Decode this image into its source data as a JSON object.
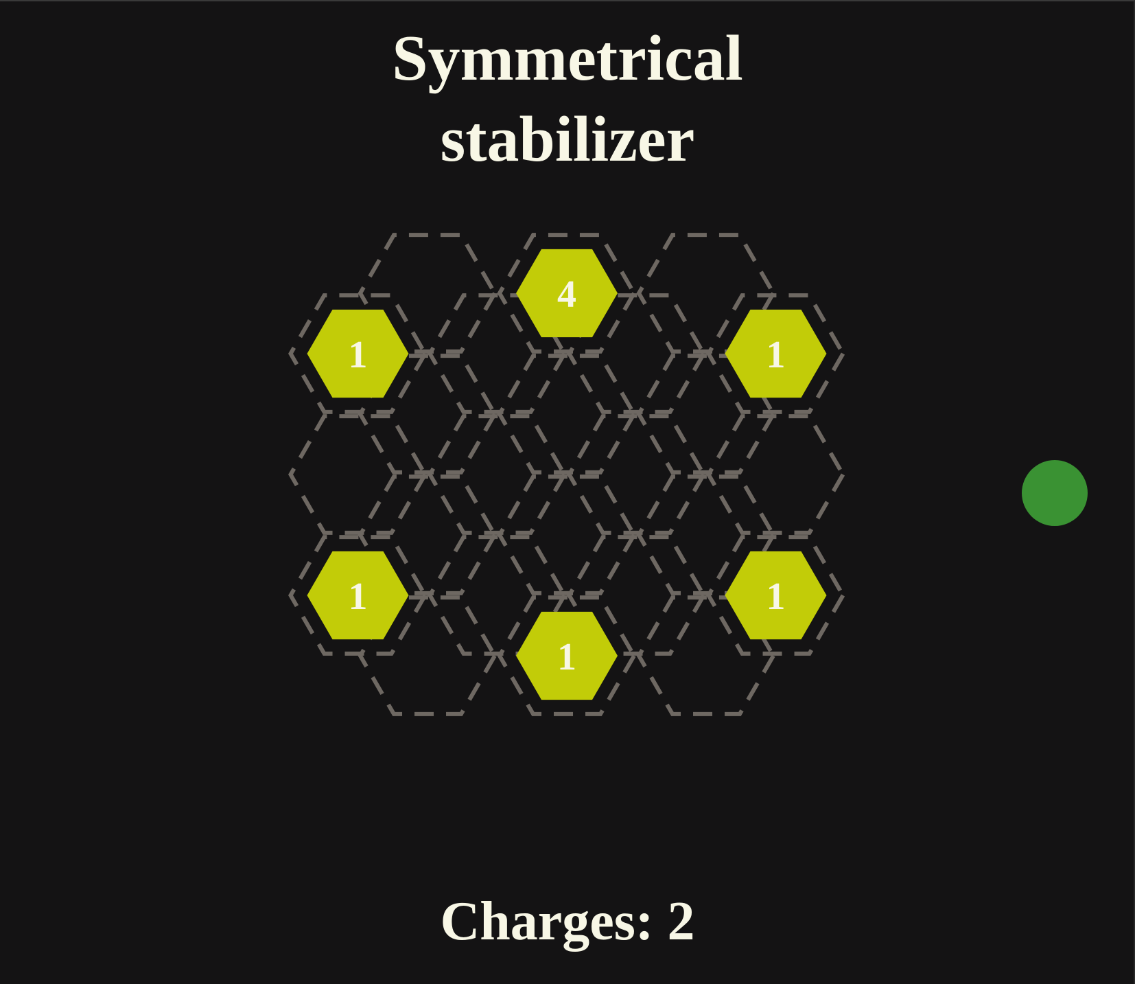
{
  "title": {
    "line1": "Symmetrical",
    "line2": "stabilizer"
  },
  "charges": {
    "label": "Charges: 2"
  },
  "status_indicator": {
    "icon": "green-dot-icon",
    "color": "#3a9233"
  },
  "colors": {
    "background": "#141314",
    "active_cell": "#c2cc08",
    "grid_line": "#6e6862",
    "text": "#f8f7e6"
  },
  "grid": {
    "rows": [
      [
        {
          "value": null
        },
        {
          "value": "4"
        },
        {
          "value": null
        }
      ],
      [
        {
          "value": "1"
        },
        {
          "value": null
        },
        {
          "value": null
        },
        {
          "value": "1"
        }
      ],
      [
        {
          "value": null
        },
        {
          "value": null
        },
        {
          "value": null
        }
      ],
      [
        {
          "value": null
        },
        {
          "value": null
        },
        {
          "value": null
        },
        {
          "value": null
        }
      ],
      [
        {
          "value": null
        },
        {
          "value": null
        },
        {
          "value": null
        }
      ],
      [
        {
          "value": "1"
        },
        {
          "value": null
        },
        {
          "value": null
        },
        {
          "value": "1"
        }
      ],
      [
        {
          "value": null
        },
        {
          "value": "1"
        },
        {
          "value": null
        }
      ]
    ]
  }
}
